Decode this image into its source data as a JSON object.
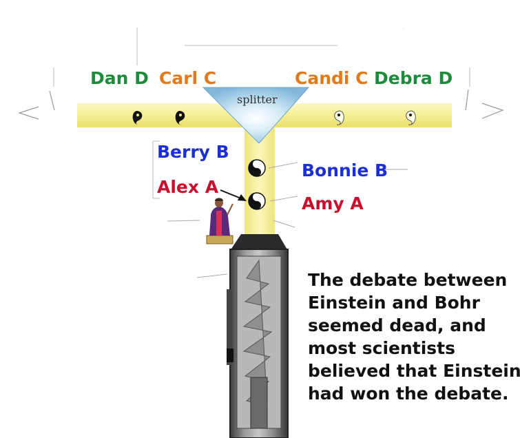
{
  "labels": {
    "dan": "Dan D",
    "carl": "Carl C",
    "candi": "Candi C",
    "debra": "Debra D",
    "berry": "Berry B",
    "alex": "Alex A",
    "bonnie": "Bonnie B",
    "amy": "Amy A",
    "splitter": "splitter"
  },
  "caption_lines": [
    "The debate between",
    "Einstein and Bohr",
    "seemed dead, and",
    "most scientists",
    "believed that Einstein",
    "had won the debate."
  ],
  "colors": {
    "beam": "#f6f09a",
    "beam_edge": "#e2d85c",
    "green_label": "#1e8a3c",
    "orange_label": "#e07a1a",
    "blue_label": "#1a2fd6",
    "red_label": "#c8102e",
    "splitter": "#9cc8e6"
  },
  "icons": {
    "particle": "yin-yang-icon",
    "source": "laser-device",
    "person": "robed-scientist-figure",
    "left_detector": "left-arrow-detector",
    "right_detector": "right-arrow-detector"
  }
}
